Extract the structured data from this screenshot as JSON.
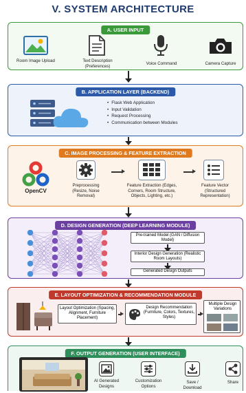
{
  "title": "V. SYSTEM ARCHITECTURE",
  "colors": {
    "green": "#3a9a3a",
    "blue": "#2d5aa8",
    "orange": "#e07a1f",
    "purple": "#6b3fa0",
    "red": "#c0392b",
    "teal": "#2f8f5b"
  },
  "sections": {
    "a": {
      "header": "A. USER INPUT",
      "items": [
        {
          "label": "Room Image Upload",
          "icon": "image-icon"
        },
        {
          "label": "Text Description (Preferences)",
          "icon": "document-icon"
        },
        {
          "label": "Voice Command",
          "icon": "microphone-icon"
        },
        {
          "label": "Camera Capture",
          "icon": "camera-icon"
        }
      ]
    },
    "b": {
      "header": "B. APPLICATION LAYER (BACKEND)",
      "items": [
        "Flask Web Application",
        "Input Validation",
        "Request Processing",
        "Communication between Modules"
      ]
    },
    "c": {
      "header": "C. IMAGE PROCESSING & FEATURE EXTRACTION",
      "logo": "OpenCV",
      "steps": [
        {
          "label": "Preprocessing (Resize, Noise Removal)",
          "icon": "gear-icon"
        },
        {
          "label": "Feature Extraction (Edges, Corners, Room Structure, Objects, Lighting, etc.)",
          "icon": "grid-icon"
        },
        {
          "label": "Feature Vector (Structured Representation)",
          "icon": "list-icon"
        }
      ]
    },
    "d": {
      "header": "D. DESIGN GENERATION (DEEP LEARNING MODULE)",
      "steps": [
        "Pre-trained Model (GAN / Diffusion Model)",
        "Interior Design Generation (Realistic Room Layouts)",
        "Generated Design Outputs"
      ]
    },
    "e": {
      "header": "E. LAYOUT OPTIMIZATION & RECOMMENDATION MODULE",
      "layout": "Layout Optimization (Spacing, Alignment, Furniture Placement)",
      "recommend": "Design Recommendation (Furniture, Colors, Textures, Styles)",
      "variations": "Multiple Design Variations"
    },
    "f": {
      "header": "F. OUTPUT GENERATION (USER INTERFACE)",
      "items": [
        {
          "label": "AI Generated Designs",
          "icon": "image-icon"
        },
        {
          "label": "Customization Options",
          "icon": "sliders-icon"
        },
        {
          "label": "Save / Download",
          "icon": "download-icon"
        },
        {
          "label": "Share",
          "icon": "share-icon"
        }
      ]
    }
  }
}
